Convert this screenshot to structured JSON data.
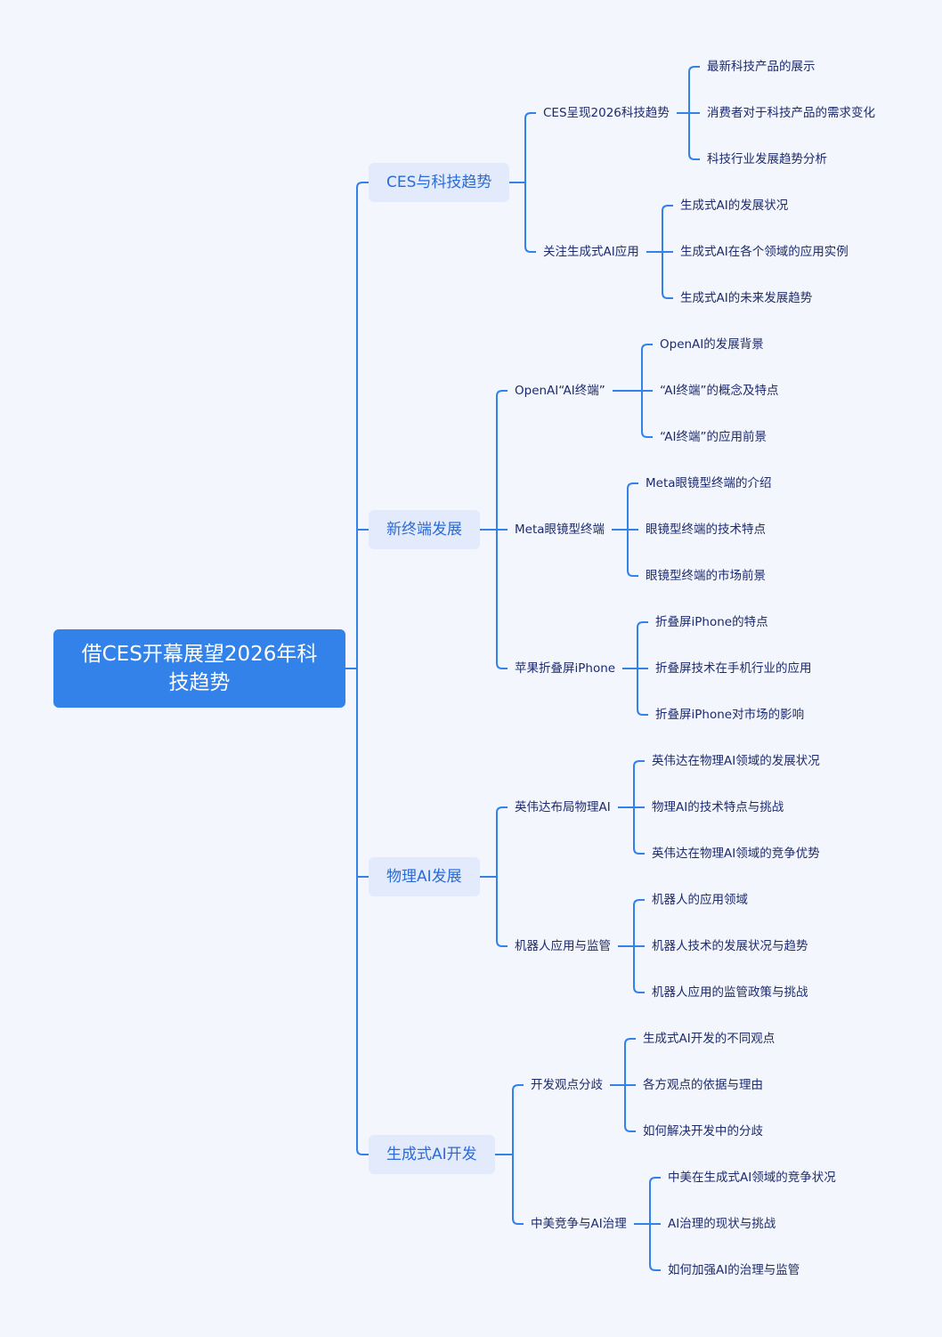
{
  "colors": {
    "line": "#3282ea",
    "root_bg": "#3282ea",
    "branch_bg": "#e2eafc",
    "branch_text": "#2b6bd6",
    "text": "#1c2a6e"
  },
  "root": {
    "label": "借CES开幕展望2026年科技趋势"
  },
  "branches": [
    {
      "label": "CES与科技趋势",
      "children": [
        {
          "label": "CES呈现2026科技趋势",
          "leaves": [
            "最新科技产品的展示",
            "消费者对于科技产品的需求变化",
            "科技行业发展趋势分析"
          ]
        },
        {
          "label": "关注生成式AI应用",
          "leaves": [
            "生成式AI的发展状况",
            "生成式AI在各个领域的应用实例",
            "生成式AI的未来发展趋势"
          ]
        }
      ]
    },
    {
      "label": "新终端发展",
      "children": [
        {
          "label": "OpenAI“AI终端”",
          "leaves": [
            "OpenAI的发展背景",
            "“AI终端”的概念及特点",
            "“AI终端”的应用前景"
          ]
        },
        {
          "label": "Meta眼镜型终端",
          "leaves": [
            "Meta眼镜型终端的介绍",
            "眼镜型终端的技术特点",
            "眼镜型终端的市场前景"
          ]
        },
        {
          "label": "苹果折叠屏iPhone",
          "leaves": [
            "折叠屏iPhone的特点",
            "折叠屏技术在手机行业的应用",
            "折叠屏iPhone对市场的影响"
          ]
        }
      ]
    },
    {
      "label": "物理AI发展",
      "children": [
        {
          "label": "英伟达布局物理AI",
          "leaves": [
            "英伟达在物理AI领域的发展状况",
            "物理AI的技术特点与挑战",
            "英伟达在物理AI领域的竞争优势"
          ]
        },
        {
          "label": "机器人应用与监管",
          "leaves": [
            "机器人的应用领域",
            "机器人技术的发展状况与趋势",
            "机器人应用的监管政策与挑战"
          ]
        }
      ]
    },
    {
      "label": "生成式AI开发",
      "children": [
        {
          "label": "开发观点分歧",
          "leaves": [
            "生成式AI开发的不同观点",
            "各方观点的依据与理由",
            "如何解决开发中的分歧"
          ]
        },
        {
          "label": "中美竞争与AI治理",
          "leaves": [
            "中美在生成式AI领域的竞争状况",
            "AI治理的现状与挑战",
            "如何加强AI的治理与监管"
          ]
        }
      ]
    }
  ]
}
